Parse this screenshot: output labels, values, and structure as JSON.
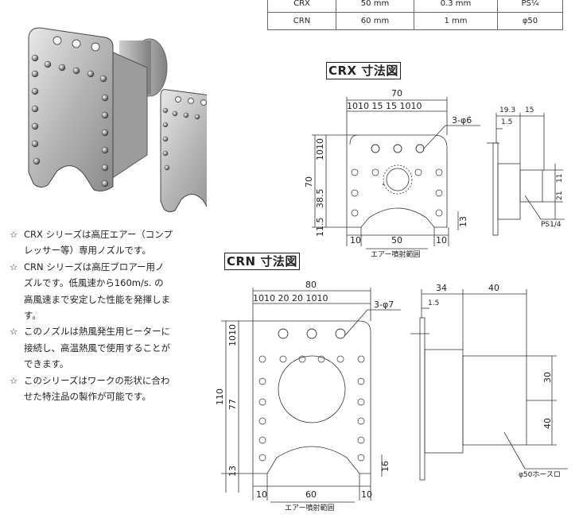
{
  "spec_table": {
    "rows": [
      [
        "CRX",
        "50 mm",
        "0.3 mm",
        "PS¼"
      ],
      [
        "CRN",
        "60 mm",
        "1 mm",
        "φ50"
      ]
    ]
  },
  "crx_drawing": {
    "title": "CRX 寸法図",
    "front_top_width": "70",
    "front_top_segments": "1010 15 15 1010",
    "holes_label": "3-φ6",
    "left_dims": [
      "1010",
      "38.5",
      "11.5"
    ],
    "left_total": "70",
    "bottom_dims": [
      "10",
      "50",
      "10"
    ],
    "right_dim": "13",
    "spray_label": "エアー噴射範囲",
    "side_top": [
      "19.3",
      "15"
    ],
    "side_offset": "1.5",
    "side_right": [
      "11",
      "21"
    ],
    "port_label": "PS1/4"
  },
  "crn_drawing": {
    "title": "CRN 寸法図",
    "front_top_width": "80",
    "front_top_segments": "1010 20 20 1010",
    "holes_label": "3-φ7",
    "left_dims": [
      "1010",
      "77",
      "13"
    ],
    "left_total": "110",
    "bottom_dims": [
      "10",
      "60",
      "10"
    ],
    "right_dim": "16",
    "spray_label": "エアー噴射範囲",
    "side_top": [
      "34",
      "40"
    ],
    "side_offset": "1.5",
    "side_right": [
      "30",
      "40"
    ],
    "hose_label": "φ50ホースロ"
  },
  "description": [
    "CRX シリーズは高圧エアー（コンプレッサー等）専用ノズルです。",
    "CRN シリーズは高圧ブロアー用ノズルです。低風速から160m/s. の高風速まで安定した性能を発揮します。",
    "このノズルは熱風発生用ヒーターに接続し、高温熱風で使用することができます。",
    "このシリーズはワークの形状に合わせた特注品の製作が可能です。"
  ],
  "bullet_glyph": "☆"
}
